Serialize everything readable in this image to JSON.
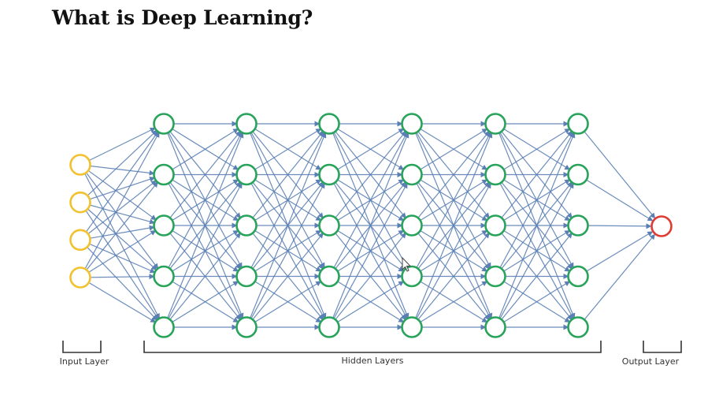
{
  "slide": {
    "title": "What is Deep Learning?"
  },
  "diagram": {
    "labels": {
      "input": "Input Layer",
      "hidden": "Hidden Layers",
      "output": "Output Layer"
    },
    "layers": [
      {
        "kind": "input",
        "nodes": 4
      },
      {
        "kind": "hidden",
        "nodes": 5
      },
      {
        "kind": "hidden",
        "nodes": 5
      },
      {
        "kind": "hidden",
        "nodes": 5
      },
      {
        "kind": "hidden",
        "nodes": 5
      },
      {
        "kind": "hidden",
        "nodes": 5
      },
      {
        "kind": "hidden",
        "nodes": 5
      },
      {
        "kind": "output",
        "nodes": 1
      }
    ],
    "colors": {
      "input": "#f2c12e",
      "hidden": "#27a35a",
      "output": "#e03c31",
      "edge": "#5b7fb5"
    },
    "icons": {
      "cursor": "mouse-pointer-icon"
    }
  }
}
